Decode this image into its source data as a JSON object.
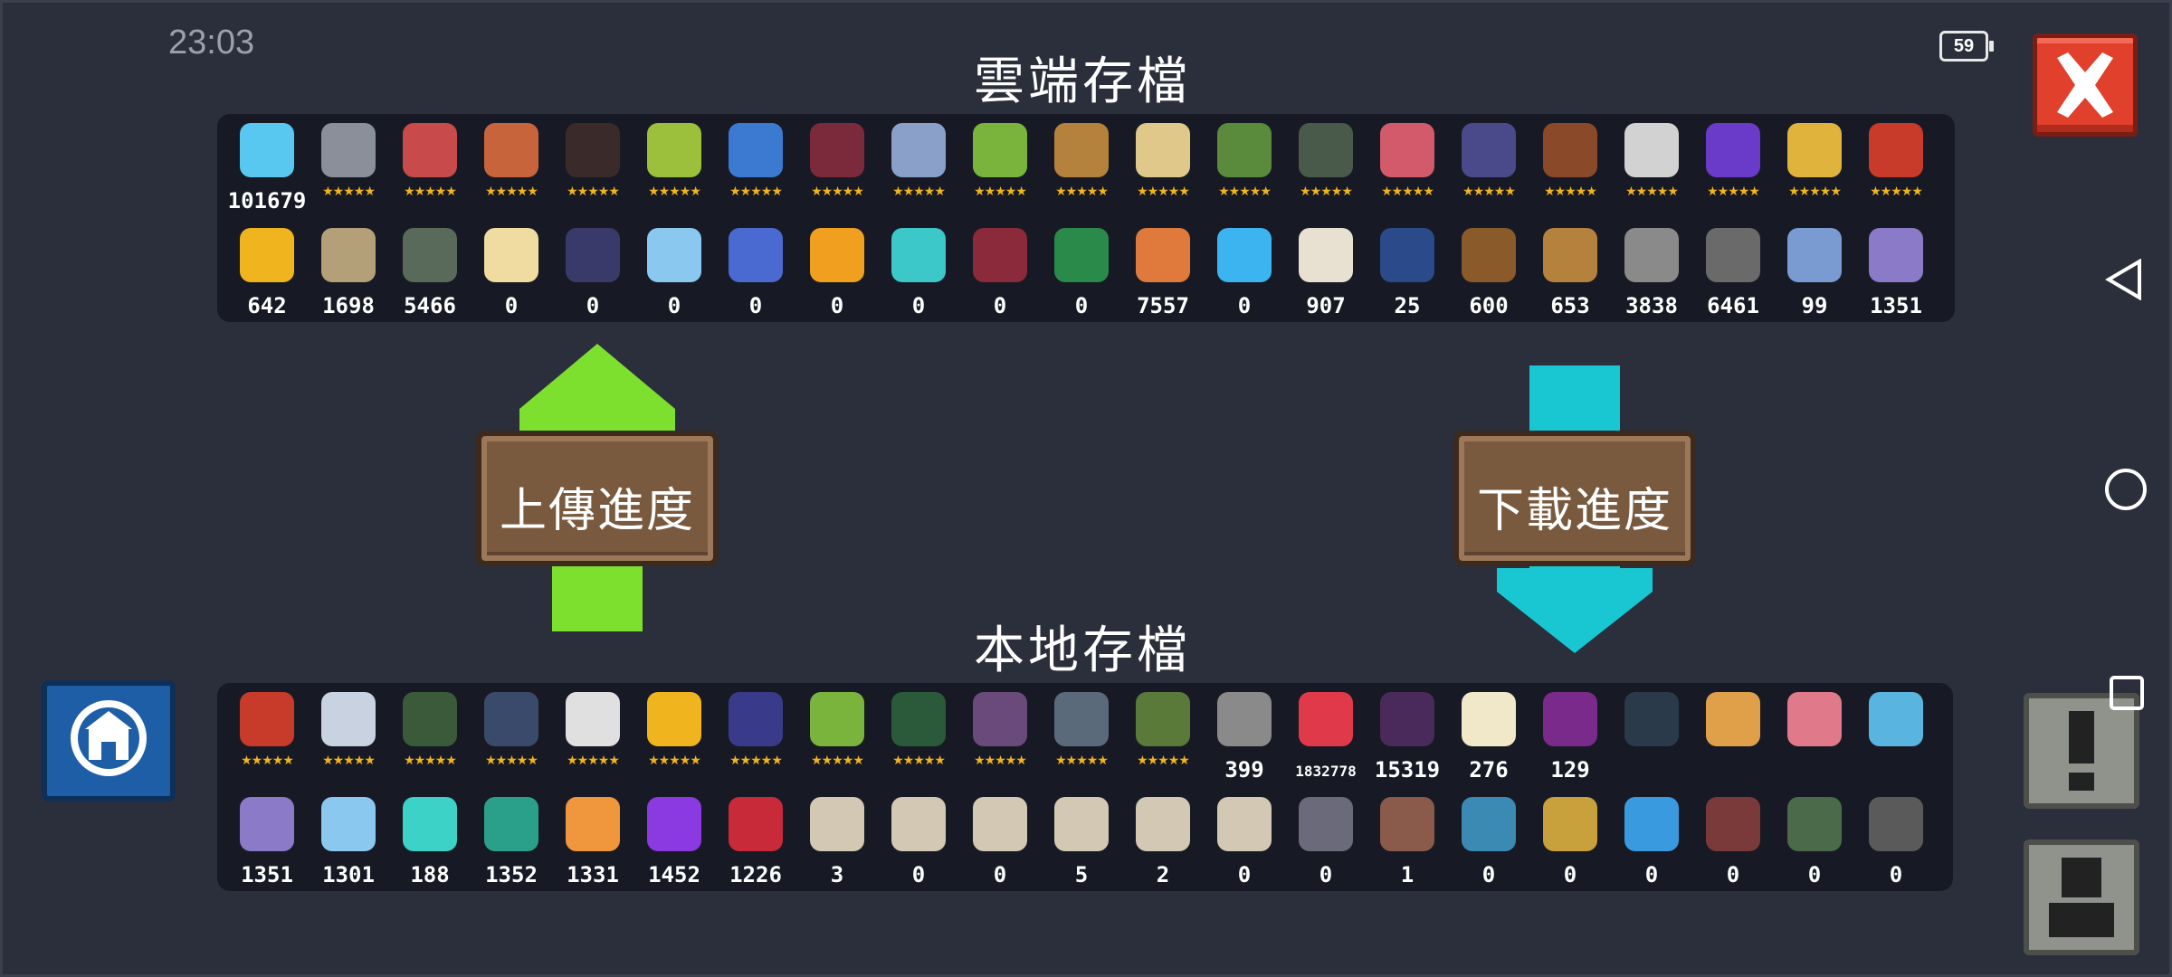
{
  "status": {
    "time": "23:03",
    "battery": "59"
  },
  "titles": {
    "cloud": "雲端存檔",
    "local": "本地存檔"
  },
  "buttons": {
    "upload": "上傳進度",
    "download": "下載進度"
  },
  "stars": "★★★★★",
  "colors": {
    "upload_arrow": "#7ee02e",
    "download_arrow": "#19c7d2",
    "close": "#e0402c",
    "panel": "#171a24"
  },
  "cloud": {
    "row1": [
      {
        "icon": "gem-icon",
        "value": "101679",
        "color": "#58c8f0"
      },
      {
        "icon": "knight-icon",
        "stars": true,
        "color": "#8a8f99"
      },
      {
        "icon": "rogue-icon",
        "stars": true,
        "color": "#c84a4a"
      },
      {
        "icon": "witch-icon",
        "stars": true,
        "color": "#c8643c"
      },
      {
        "icon": "assassin-icon",
        "stars": true,
        "color": "#3a2a2a"
      },
      {
        "icon": "engineer-icon",
        "stars": true,
        "color": "#9cbf3c"
      },
      {
        "icon": "robot-icon",
        "stars": true,
        "color": "#3c7ad2"
      },
      {
        "icon": "vampire-icon",
        "stars": true,
        "color": "#7a2a3a"
      },
      {
        "icon": "paladin-icon",
        "stars": true,
        "color": "#8aa0c8"
      },
      {
        "icon": "elf-icon",
        "stars": true,
        "color": "#7ab43c"
      },
      {
        "icon": "werewolf-icon",
        "stars": true,
        "color": "#b4823c"
      },
      {
        "icon": "priest-icon",
        "stars": true,
        "color": "#e0c88a"
      },
      {
        "icon": "druid-icon",
        "stars": true,
        "color": "#5a8a3c"
      },
      {
        "icon": "berserker-icon",
        "stars": true,
        "color": "#4a5a4a"
      },
      {
        "icon": "taoist-icon",
        "stars": true,
        "color": "#d25a6a"
      },
      {
        "icon": "demon-icon",
        "stars": true,
        "color": "#4a4a8a"
      },
      {
        "icon": "cowboy-icon",
        "stars": true,
        "color": "#8a4a2a"
      },
      {
        "icon": "swordsman-icon",
        "stars": true,
        "color": "#d2d2d2"
      },
      {
        "icon": "wizard-icon",
        "stars": true,
        "color": "#6a3ac8"
      },
      {
        "icon": "golden-knight-icon",
        "stars": true,
        "color": "#e0b43c"
      },
      {
        "icon": "bomber-icon",
        "stars": true,
        "color": "#c83a2a"
      }
    ],
    "row2": [
      {
        "icon": "gold-coin-icon",
        "value": "642",
        "color": "#f0b41e"
      },
      {
        "icon": "parchment-icon",
        "value": "1698",
        "color": "#b4a078"
      },
      {
        "icon": "battery-pack-icon",
        "value": "5466",
        "color": "#5a6a5a"
      },
      {
        "icon": "holy-book-icon",
        "value": "0",
        "color": "#f0dca0"
      },
      {
        "icon": "dark-book-icon",
        "value": "0",
        "color": "#3a3a6a"
      },
      {
        "icon": "crystal-icon",
        "value": "0",
        "color": "#8ac8f0"
      },
      {
        "icon": "potion-icon",
        "value": "0",
        "color": "#4a6ad2"
      },
      {
        "icon": "gear-flower-icon",
        "value": "0",
        "color": "#f0a01e"
      },
      {
        "icon": "shield-core-icon",
        "value": "0",
        "color": "#3cc8c8"
      },
      {
        "icon": "bat-wing-icon",
        "value": "0",
        "color": "#8a2a3a"
      },
      {
        "icon": "green-card-icon",
        "value": "0",
        "color": "#2a8a4a"
      },
      {
        "icon": "meat-icon",
        "value": "7557",
        "color": "#e07a3c"
      },
      {
        "icon": "energy-orb-icon",
        "value": "0",
        "color": "#3cb4f0"
      },
      {
        "icon": "sack-icon",
        "value": "907",
        "color": "#e8e0d0"
      },
      {
        "icon": "compass-icon",
        "value": "25",
        "color": "#2a4a8a"
      },
      {
        "icon": "horn-icon",
        "value": "600",
        "color": "#8a5a2a"
      },
      {
        "icon": "wood-chips-icon",
        "value": "653",
        "color": "#b4823c"
      },
      {
        "icon": "gear-icon",
        "value": "3838",
        "color": "#8a8a8a"
      },
      {
        "icon": "ore-icon",
        "value": "6461",
        "color": "#6a6a6a"
      },
      {
        "icon": "feather-icon",
        "value": "99",
        "color": "#7a9ad2"
      },
      {
        "icon": "purple-shard-icon",
        "value": "1351",
        "color": "#8a7ac8"
      }
    ]
  },
  "local": {
    "row1": [
      {
        "icon": "bomber-icon",
        "stars": true,
        "color": "#c83a2a"
      },
      {
        "icon": "astronaut-icon",
        "stars": true,
        "color": "#c8d2e0"
      },
      {
        "icon": "ninja-mech-icon",
        "stars": true,
        "color": "#3a5a3a"
      },
      {
        "icon": "swordsman-icon",
        "stars": true,
        "color": "#3a4a6a"
      },
      {
        "icon": "sage-icon",
        "stars": true,
        "color": "#e0e0e0"
      },
      {
        "icon": "miner-icon",
        "stars": true,
        "color": "#f0b41e"
      },
      {
        "icon": "mage-hat-icon",
        "stars": true,
        "color": "#3a3a8a"
      },
      {
        "icon": "frog-icon",
        "stars": true,
        "color": "#7ab43c"
      },
      {
        "icon": "green-chest-icon",
        "stars": true,
        "color": "#2a5a3a"
      },
      {
        "icon": "crystal-pillar-icon",
        "stars": true,
        "color": "#6a4a7a"
      },
      {
        "icon": "pot-icon",
        "stars": true,
        "color": "#5a6a7a"
      },
      {
        "icon": "sprout-icon",
        "stars": true,
        "color": "#5a7a3a"
      },
      {
        "icon": "pistol-icon",
        "value": "399",
        "color": "#8a8a8a"
      },
      {
        "icon": "red-blob-icon",
        "value": "1832778",
        "color": "#e03a4a",
        "small": true
      },
      {
        "icon": "dragon-icon",
        "value": "15319",
        "color": "#4a2a5a"
      },
      {
        "icon": "dice-card-icon",
        "value": "276",
        "color": "#f0e8c8"
      },
      {
        "icon": "demon-mask-icon",
        "value": "129",
        "color": "#7a2a8a"
      },
      {
        "icon": "cat-icon",
        "color": "#2a3a4a"
      },
      {
        "icon": "fox-icon",
        "color": "#e0a04a"
      },
      {
        "icon": "pig-icon",
        "color": "#e07a8a"
      },
      {
        "icon": "slime-icon",
        "color": "#5ab4e0"
      }
    ],
    "row2": [
      {
        "icon": "purple-shard-icon",
        "value": "1351",
        "color": "#8a7ac8"
      },
      {
        "icon": "ice-shard-icon",
        "value": "1301",
        "color": "#8ac8f0"
      },
      {
        "icon": "cyan-shard-icon",
        "value": "188",
        "color": "#3cd2c8"
      },
      {
        "icon": "teal-shard-icon",
        "value": "1352",
        "color": "#2aa08a"
      },
      {
        "icon": "orange-shard-icon",
        "value": "1331",
        "color": "#f0963c"
      },
      {
        "icon": "violet-shard-icon",
        "value": "1452",
        "color": "#8a3ae0"
      },
      {
        "icon": "red-shard-icon",
        "value": "1226",
        "color": "#c82a3a"
      },
      {
        "icon": "scroll-icon",
        "value": "3",
        "color": "#d2c8b4"
      },
      {
        "icon": "scroll-icon",
        "value": "0",
        "color": "#d2c8b4"
      },
      {
        "icon": "scroll-icon",
        "value": "0",
        "color": "#d2c8b4"
      },
      {
        "icon": "scroll-icon",
        "value": "5",
        "color": "#d2c8b4"
      },
      {
        "icon": "scroll-icon",
        "value": "2",
        "color": "#d2c8b4"
      },
      {
        "icon": "scroll-icon",
        "value": "0",
        "color": "#d2c8b4"
      },
      {
        "icon": "robot-part-icon",
        "value": "0",
        "color": "#6a6a7a"
      },
      {
        "icon": "totem-icon",
        "value": "1",
        "color": "#8a5a4a"
      },
      {
        "icon": "mech-arm-icon",
        "value": "0",
        "color": "#3a8ab4"
      },
      {
        "icon": "painting-icon",
        "value": "0",
        "color": "#c8a03c"
      },
      {
        "icon": "fish-icon",
        "value": "0",
        "color": "#3a9ae0"
      },
      {
        "icon": "framed-picture-icon",
        "value": "0",
        "color": "#7a3a3a"
      },
      {
        "icon": "turret-icon",
        "value": "0",
        "color": "#4a6a4a"
      },
      {
        "icon": "stone-tablet-icon",
        "value": "0",
        "color": "#5a5a5a"
      }
    ]
  }
}
